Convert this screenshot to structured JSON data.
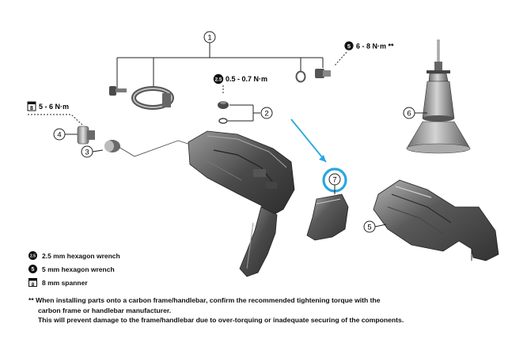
{
  "callouts": {
    "c1": "1",
    "c2": "2",
    "c3": "3",
    "c4": "4",
    "c5": "5",
    "c6": "6",
    "c7": "7"
  },
  "torque": {
    "bolt_tool": "5",
    "bolt_value": "6 - 8 N·m **",
    "clamp_tool": "2.5",
    "clamp_value": "0.5 - 0.7 N·m",
    "nut_tool": "8",
    "nut_value": "5 - 6 N·m"
  },
  "legend": [
    {
      "icon": "2.5",
      "label": "2.5 mm hexagon wrench"
    },
    {
      "icon": "5",
      "label": "5 mm hexagon wrench"
    },
    {
      "icon": "8",
      "label": "8 mm spanner"
    }
  ],
  "note": {
    "line1": "** When installing parts onto a carbon frame/handlebar, confirm the recommended tightening torque with the",
    "line2": "carbon frame or handlebar manufacturer.",
    "line3": "This will prevent damage to the frame/handlebar due to over-torquing or inadequate securing of the components."
  },
  "colors": {
    "highlight": "#2aa6df",
    "part_dark": "#3a3a3a",
    "part_mid": "#8a8a8a",
    "part_light": "#c9c9c9"
  }
}
